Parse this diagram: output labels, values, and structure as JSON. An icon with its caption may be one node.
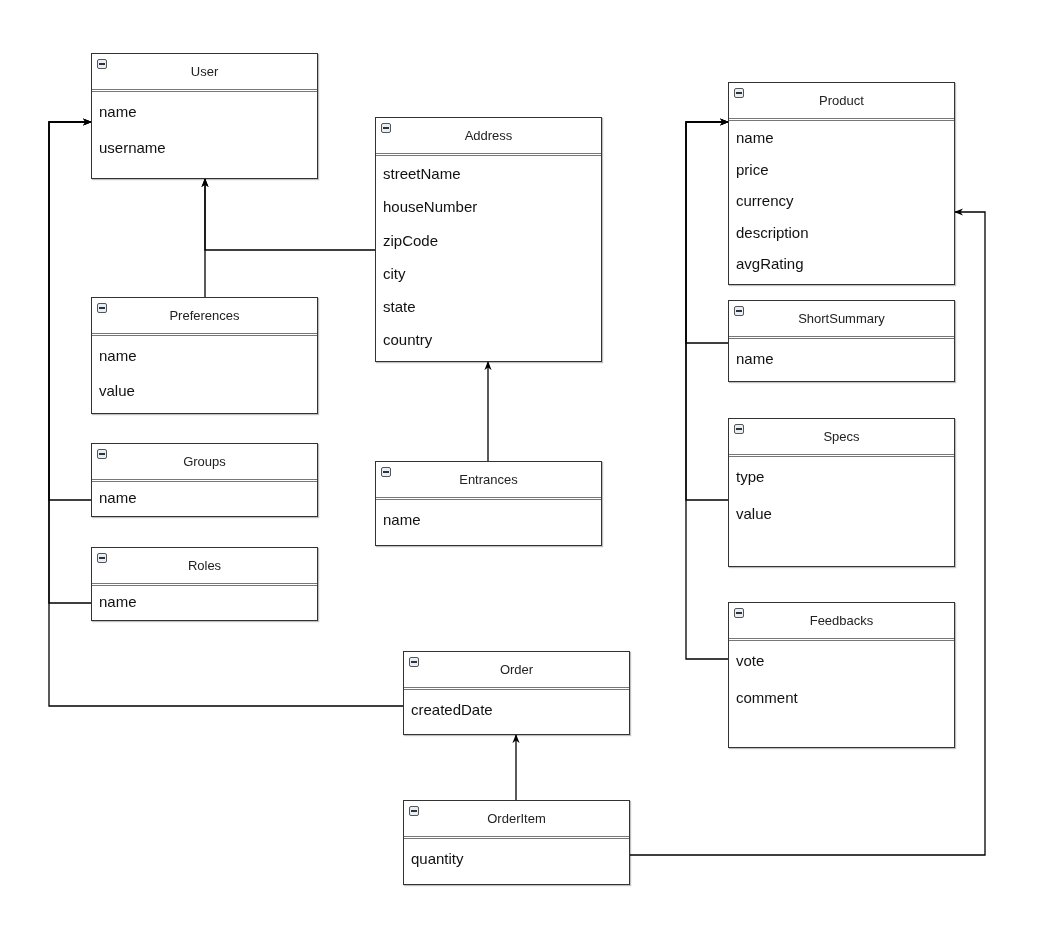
{
  "diagram": {
    "nodes": [
      {
        "text": [
          "User",
          "name",
          "username"
        ]
      },
      {
        "text": [
          "Address",
          "streetName",
          "houseNumber",
          "zipCode",
          "city",
          "state",
          "country"
        ]
      },
      {
        "text": [
          "Preferences",
          "name",
          "value"
        ]
      },
      {
        "text": [
          "Groups",
          "name"
        ]
      },
      {
        "text": [
          "Roles",
          "name"
        ]
      },
      {
        "text": [
          "Entrances",
          "name"
        ]
      },
      {
        "text": [
          "Order",
          "createdDate"
        ]
      },
      {
        "text": [
          "OrderItem",
          "quantity"
        ]
      },
      {
        "text": [
          "Product",
          "name",
          "price",
          "currency",
          "description",
          "avgRating"
        ]
      },
      {
        "text": [
          "ShortSummary",
          "name"
        ]
      },
      {
        "text": [
          "Specs",
          "type",
          "value"
        ]
      },
      {
        "text": [
          "Feedbacks",
          "vote",
          "comment"
        ]
      }
    ],
    "edges": [
      {
        "from": 2,
        "to": 0,
        "arrow": "to"
      },
      {
        "from": 1,
        "to": 0,
        "arrow": "to"
      },
      {
        "from": 3,
        "to": 0,
        "arrow": "to"
      },
      {
        "from": 4,
        "to": 0,
        "arrow": "to"
      },
      {
        "from": 6,
        "to": 0,
        "arrow": "to"
      },
      {
        "from": 5,
        "to": 1,
        "arrow": "to"
      },
      {
        "from": 7,
        "to": 6,
        "arrow": "to"
      },
      {
        "from": 7,
        "to": 8,
        "arrow": "to"
      },
      {
        "from": 9,
        "to": 8,
        "arrow": "to"
      },
      {
        "from": 10,
        "to": 8,
        "arrow": "to"
      },
      {
        "from": 11,
        "to": 8,
        "arrow": "to"
      }
    ]
  }
}
